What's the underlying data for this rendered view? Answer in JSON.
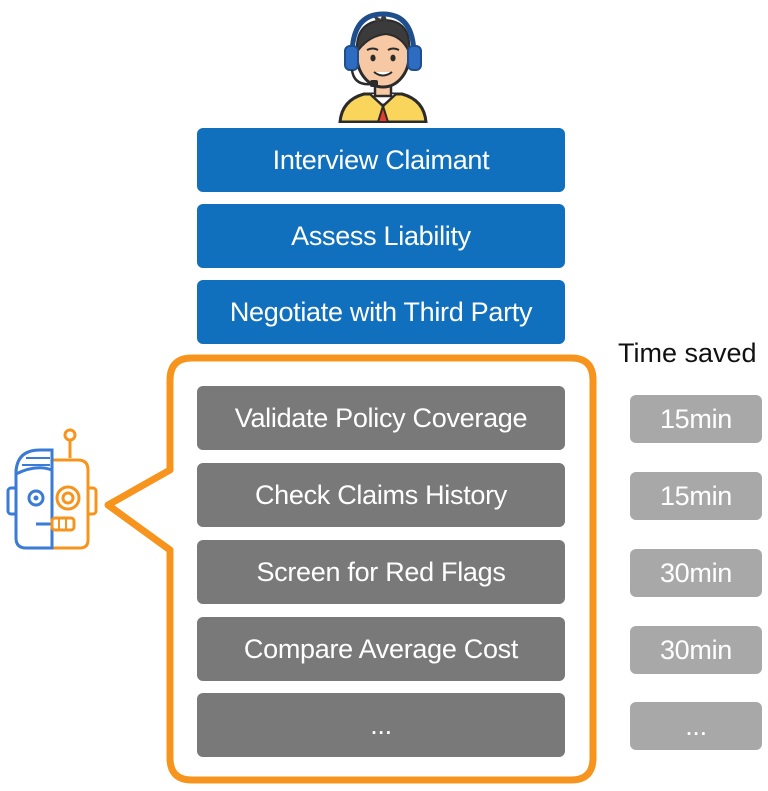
{
  "human_tasks": [
    "Interview Claimant",
    "Assess Liability",
    "Negotiate with Third Party"
  ],
  "automated_tasks": [
    "Validate Policy Coverage",
    "Check Claims History",
    "Screen for Red Flags",
    "Compare Average Cost",
    "..."
  ],
  "time_saved": {
    "header": "Time saved",
    "values": [
      "15min",
      "15min",
      "30min",
      "30min",
      "..."
    ]
  },
  "colors": {
    "human_task": "#1170bd",
    "automated_task": "#797979",
    "time_pill": "#a8a8a8",
    "bubble_outline": "#f7941d"
  },
  "icons": [
    "call-center-agent-icon",
    "robot-icon"
  ]
}
